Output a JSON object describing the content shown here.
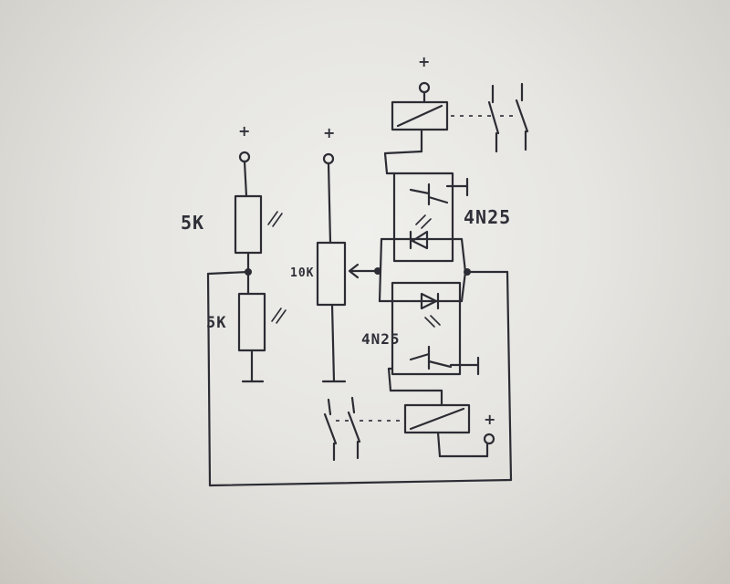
{
  "labels": {
    "r_top": "5K",
    "r_bottom": "5K",
    "pot": "10K",
    "opto_top": "4N25",
    "opto_bottom": "4N25",
    "supply_plus": "+"
  }
}
